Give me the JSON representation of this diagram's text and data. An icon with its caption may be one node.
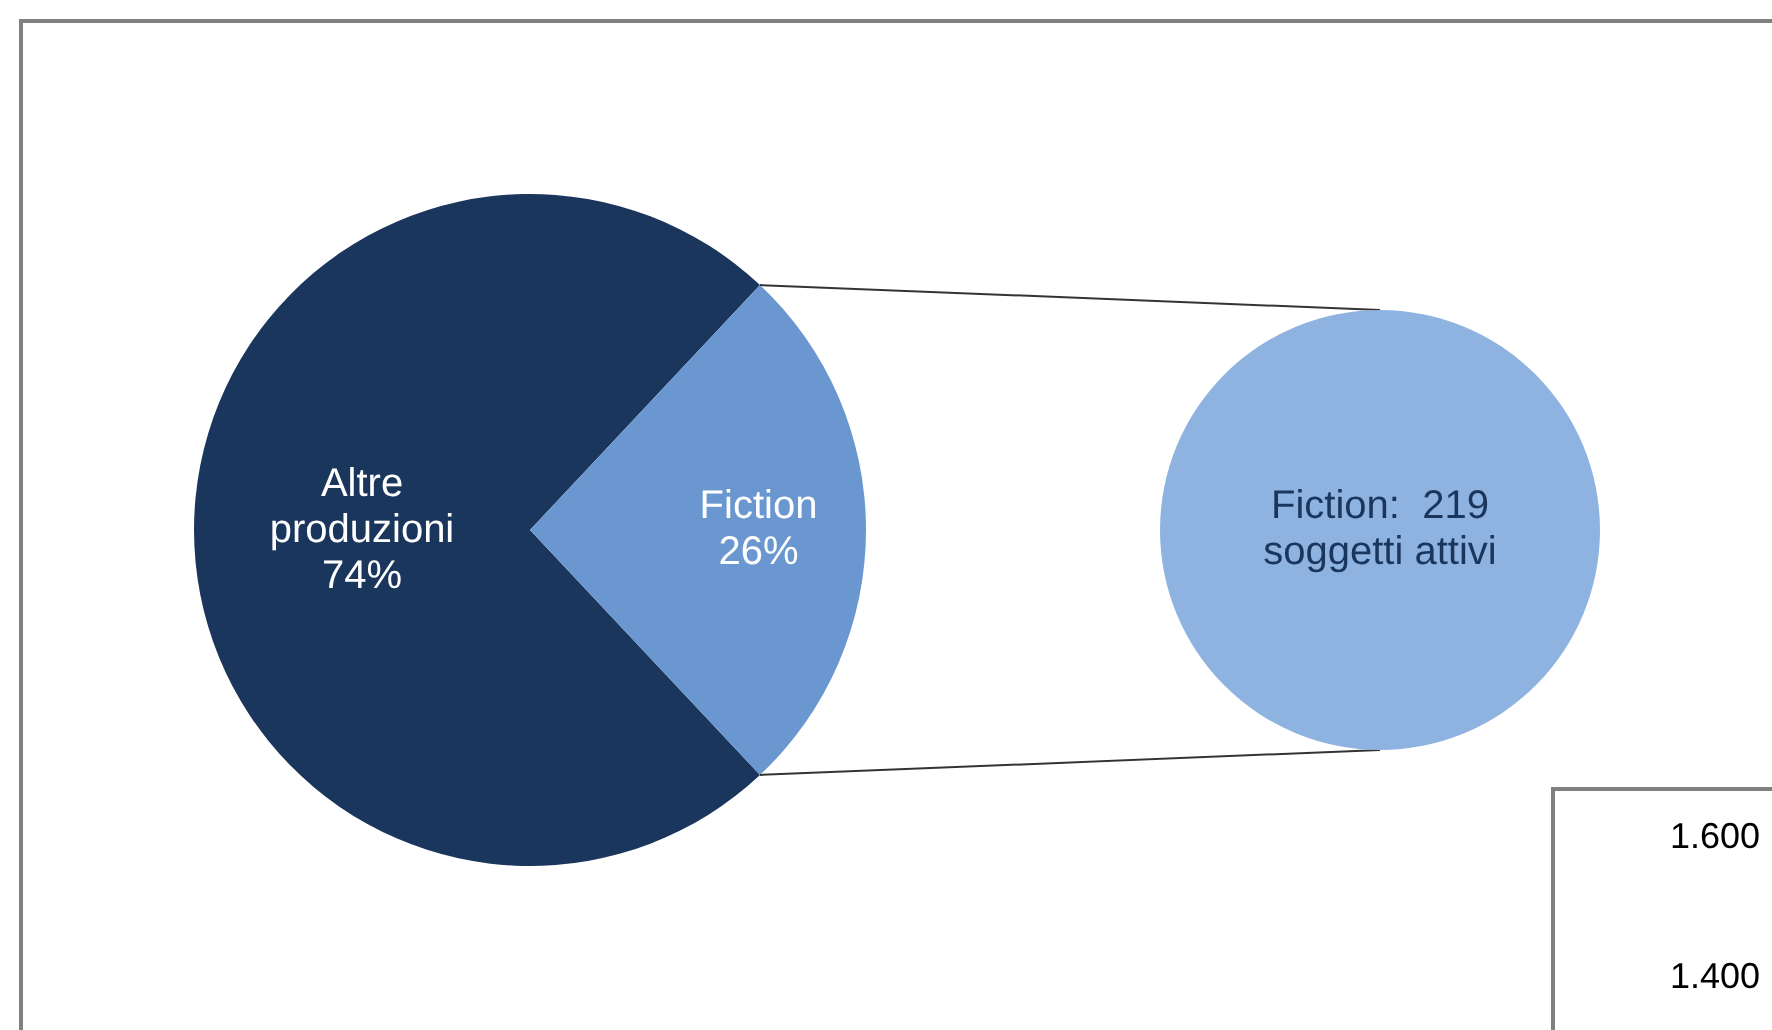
{
  "diagram": {
    "nodes": [
      {
        "text": [],
        "shape": "slice"
      },
      {
        "text": [
          "Fiction:  219 soggetti attivi"
        ]
      }
    ],
    "edges": [
      {
        "from": 0,
        "to": 1,
        "arrow": "none"
      },
      {
        "from": 0,
        "to": 1,
        "arrow": "none"
      }
    ],
    "labels": [
      "1.600",
      "1.400"
    ],
    "chart_data": {
      "type": "pie",
      "categories": [
        "Altre produzioni",
        "Fiction"
      ],
      "values": [
        74,
        26
      ],
      "value_labels": [
        "74%",
        "26%"
      ]
    }
  }
}
